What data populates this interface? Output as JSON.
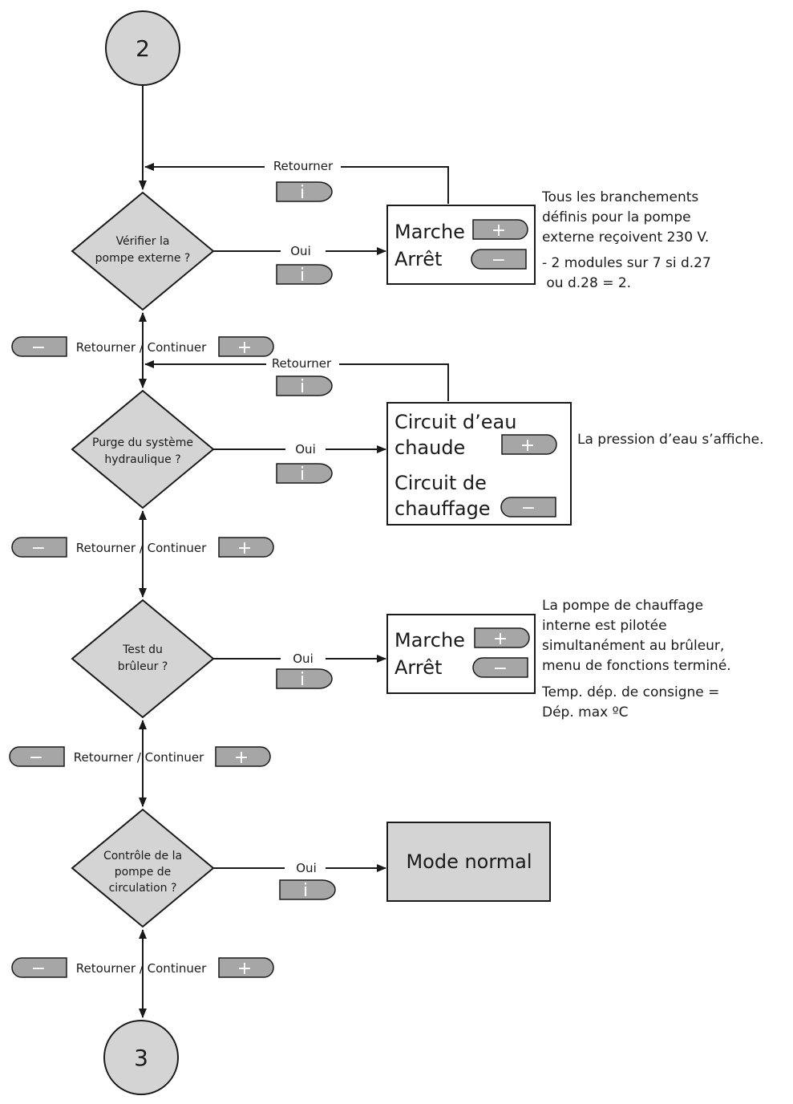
{
  "connectors": {
    "start": "2",
    "end": "3"
  },
  "steps": [
    {
      "question": [
        "Vérifier la",
        "pompe externe ?"
      ],
      "yes": "Oui",
      "back": "Retourner"
    },
    {
      "question": [
        "Purge du système",
        "hydraulique ?"
      ],
      "yes": "Oui",
      "back": "Retourner"
    },
    {
      "question": [
        "Test du",
        "brûleur ?"
      ],
      "yes": "Oui"
    },
    {
      "question": [
        "Contrôle de la",
        "pompe de",
        "circulation ?"
      ],
      "yes": "Oui"
    }
  ],
  "nav_label": "Retourner / Continuer",
  "boxes": {
    "pump": {
      "line1": "Marche",
      "line2": "Arrêt"
    },
    "purge": {
      "line1": "Circuit d’eau",
      "line2": "chaude",
      "line3": "Circuit de",
      "line4": "chauffage"
    },
    "burner": {
      "line1": "Marche",
      "line2": "Arrêt"
    },
    "normal": {
      "label": "Mode normal"
    }
  },
  "notes": {
    "pump": [
      "Tous les branchements",
      "définis pour la pompe",
      "externe reçoivent 230 V.",
      "- 2 modules sur 7 si d.27",
      " ou d.28 = 2."
    ],
    "purge": [
      "La pression d’eau s’affiche."
    ],
    "burner": [
      "La pompe de chauffage",
      "interne est pilotée",
      "simultanément au brûleur,",
      "menu de fonctions terminé.",
      "Temp. dép. de consigne =",
      "Dép. max ºC"
    ]
  },
  "buttons": {
    "info_glyph": "i",
    "plus_glyph": "+",
    "minus_glyph": "−"
  },
  "colors": {
    "shape_fill": "#d4d4d4",
    "button_fill": "#a6a6a6",
    "line": "#1a1a1a"
  },
  "icons": {
    "info_button": "info-button-icon",
    "plus_button": "plus-button-icon",
    "minus_button": "minus-button-icon"
  }
}
